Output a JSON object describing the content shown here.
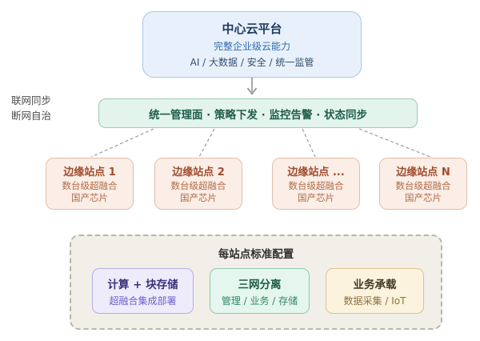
{
  "side_labels": {
    "online": "联网同步",
    "offline": "断网自治"
  },
  "cloud": {
    "title": "中心云平台",
    "line1": "完整企业级云能力",
    "line2": "AI / 大数据 / 安全 / 统一监管"
  },
  "mgmt": {
    "label": "统一管理面 · 策略下发 · 监控告警 · 状态同步"
  },
  "edge_sites": [
    {
      "title": "边缘站点 1",
      "line1": "数台级超融合",
      "line2": "国产芯片"
    },
    {
      "title": "边缘站点 2",
      "line1": "数台级超融合",
      "line2": "国产芯片"
    },
    {
      "title": "边缘站点 ...",
      "line1": "数台级超融合",
      "line2": "国产芯片"
    },
    {
      "title": "边缘站点 N",
      "line1": "数台级超融合",
      "line2": "国产芯片"
    }
  ],
  "standard_config": {
    "title": "每站点标准配置",
    "items": [
      {
        "title": "计算 + 块存储",
        "subtitle": "超融合集成部署"
      },
      {
        "title": "三网分离",
        "subtitle": "管理 / 业务 / 存储"
      },
      {
        "title": "业务承载",
        "subtitle": "数据采集 / IoT"
      }
    ]
  },
  "colors": {
    "cloud_bg": "#e8f1fb",
    "cloud_border": "#aac7e4",
    "cloud_title": "#1e3a5f",
    "cloud_accent": "#2f6cb0",
    "mgmt_bg": "#e3f4ed",
    "mgmt_border": "#9bcab3",
    "mgmt_text": "#1f5d4b",
    "edge_bg": "#fbeee6",
    "edge_border": "#e3bfa5",
    "edge_title": "#a04c2d",
    "edge_sub": "#b06c4a",
    "panel_bg": "#f1efe8",
    "panel_border": "#b9b6ab",
    "purple_bg": "#eeecfb",
    "purple_border": "#b6ade8",
    "purple_text": "#6e60cd",
    "green_bg": "#e4f6ed",
    "green_border": "#92c9ab",
    "green_text": "#2f8a68",
    "yellow_bg": "#fbf3dd",
    "yellow_border": "#dcc28d",
    "yellow_text": "#8e7040",
    "connector": "#8a8a8a",
    "dashed_connector": "#9a9a9a"
  }
}
